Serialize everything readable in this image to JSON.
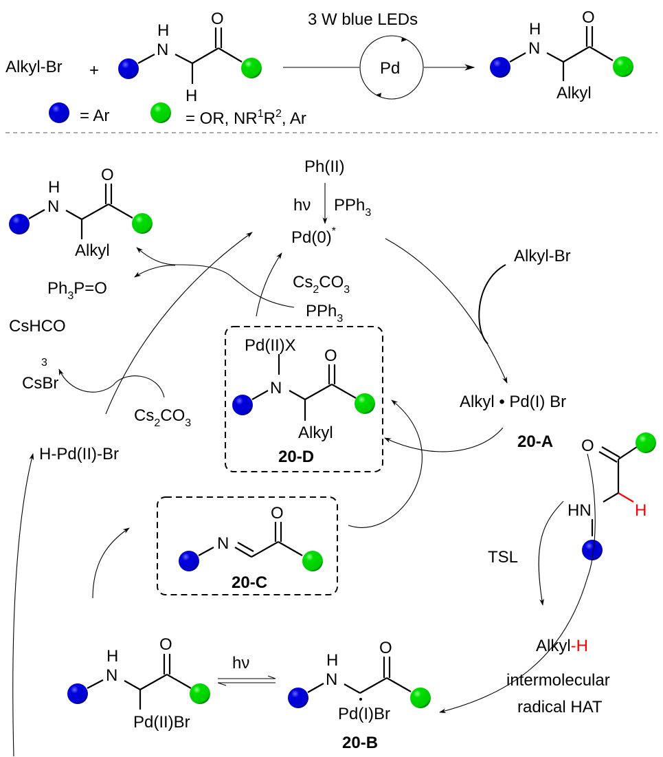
{
  "colors": {
    "aryl_ball": "#0000dd",
    "r_group_ball": "#00dd00",
    "highlight": "#ff0000"
  },
  "top_scheme": {
    "reactant_1": "Alkyl-Br",
    "plus": "+",
    "reactant_2": {
      "nh_h": "H",
      "nh_n": "N",
      "carbonyl_o": "O",
      "alpha_h": "H"
    },
    "conditions": "3 W blue LEDs",
    "catalyst": "Pd",
    "product": {
      "nh_h": "H",
      "nh_n": "N",
      "carbonyl_o": "O",
      "substituent": "Alkyl"
    },
    "legend": {
      "blue_def": "= Ar",
      "green_def_prefix": "= OR, NR",
      "green_sup1": "1",
      "green_mid": "R",
      "green_sup2": "2",
      "green_suffix": ", Ar"
    }
  },
  "cycle": {
    "pd_source": "Ph(II)",
    "hv": "hν",
    "pph3_top": {
      "base": "PPh",
      "sub": "3"
    },
    "pd0": {
      "base": "Pd(0)",
      "sup": "*"
    },
    "cs2co3_top": {
      "base1": "Cs",
      "sub1": "2",
      "base2": "CO",
      "sub2": "3"
    },
    "pph3_mid": {
      "base": "PPh",
      "sub": "3"
    },
    "product_left": {
      "nh_h": "H",
      "nh_n": "N",
      "carbonyl_o": "O",
      "substituent": "Alkyl"
    },
    "ph3po": {
      "base1": "Ph",
      "sub": "3",
      "base2": "P=O"
    },
    "cshco3": {
      "base": "CsHCO",
      "sub": "3"
    },
    "csbr": "CsBr",
    "cs2co3_left": {
      "base1": "Cs",
      "sub1": "2",
      "base2": "CO",
      "sub2": "3"
    },
    "hpdbr": "H-Pd(II)-Br",
    "alkyl_br": "Alkyl-Br",
    "int_20A": {
      "formula": "Alkyl • Pd(I) Br",
      "label": "20-A"
    },
    "int_20D": {
      "pd": "Pd(II)X",
      "n": "N",
      "o": "O",
      "substituent": "Alkyl",
      "label": "20-D"
    },
    "int_20C": {
      "n": "N",
      "o": "O",
      "label": "20-C"
    },
    "substrate_right": {
      "o": "O",
      "hn": "HN",
      "h": "H"
    },
    "tsl": "TSL",
    "alkyl_h": {
      "base": "Alkyl",
      "red": "-H"
    },
    "hat_line1": "intermolecular",
    "hat_line2": "radical HAT",
    "pd2_complex": {
      "nh_h": "H",
      "nh_n": "N",
      "o": "O",
      "pd": "Pd(II)Br"
    },
    "hv_eq": "hν",
    "int_20B": {
      "nh_h": "H",
      "nh_n": "N",
      "o": "O",
      "pd": "Pd(I)Br",
      "label": "20-B"
    }
  }
}
